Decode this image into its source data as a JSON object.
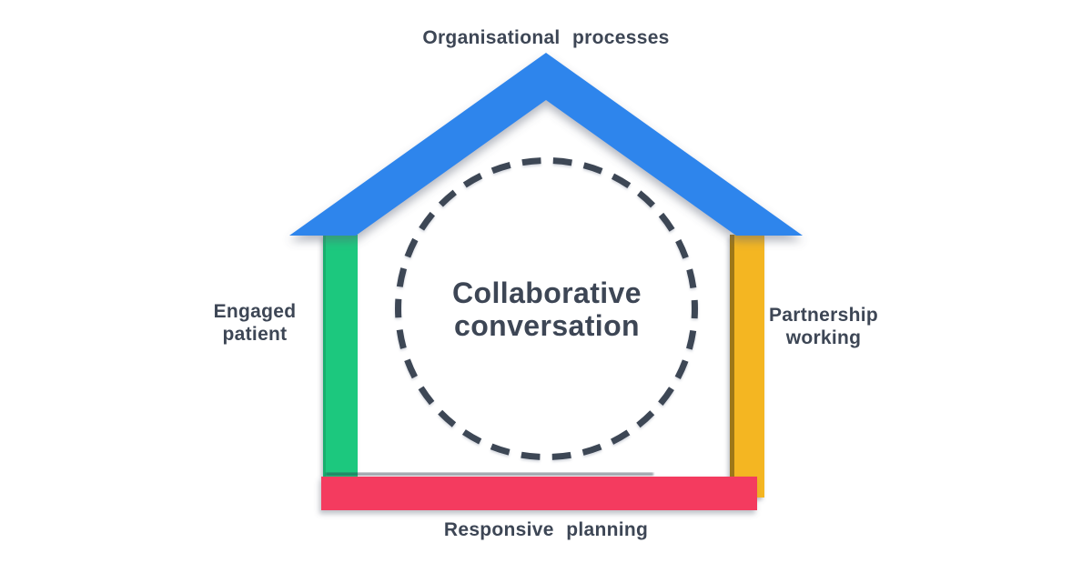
{
  "diagram": {
    "center": {
      "line1": "Collaborative",
      "line2": "conversation"
    },
    "labels": {
      "top": "Organisational processes",
      "left": {
        "line1": "Engaged",
        "line2": "patient"
      },
      "right": {
        "line1": "Partnership",
        "line2": "working"
      },
      "bottom": "Responsive planning"
    },
    "colors": {
      "roof": "#2f85ec",
      "left_wall": "#1fc87e",
      "right_wall": "#f4b622",
      "base": "#f43b5e",
      "circle_outline": "#3d4655",
      "text": "#3d4655",
      "background": "#ffffff"
    }
  }
}
